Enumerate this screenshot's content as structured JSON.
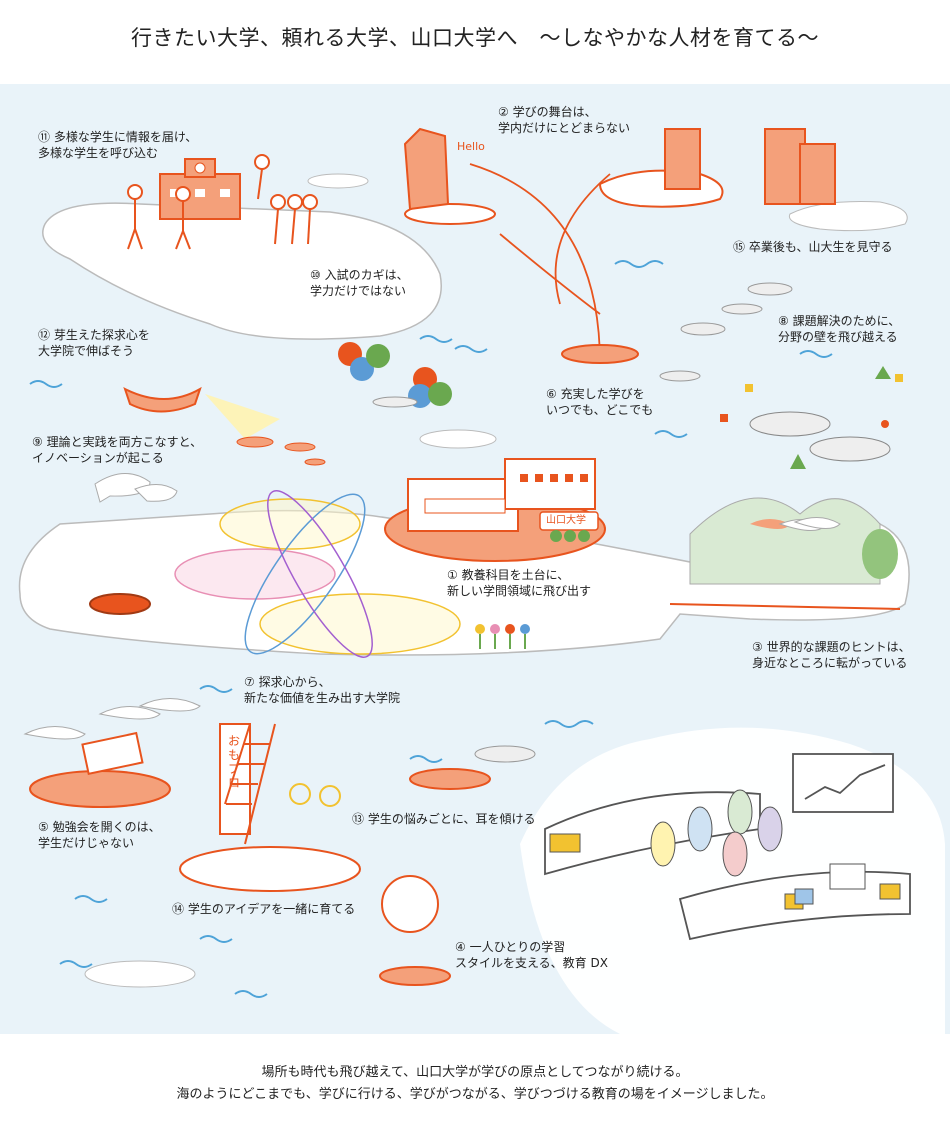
{
  "title": "行きたい大学、頼れる大学、山口大学へ　〜しなやかな人材を育てる〜",
  "captions": {
    "c11": "⑪ 多様な学生に情報を届け、\n多様な学生を呼び込む",
    "c2": "② 学びの舞台は、\n学内だけにとどまらない",
    "c15": "⑮ 卒業後も、山大生を見守る",
    "c10": "⑩ 入試のカギは、\n学力だけではない",
    "c12": "⑫ 芽生えた探求心を\n大学院で伸ばそう",
    "c8": "⑧ 課題解決のために、\n分野の壁を飛び越える",
    "c6": "⑥ 充実した学びを\nいつでも、どこでも",
    "c9": "⑨ 理論と実践を両方こなすと、\nイノベーションが起こる",
    "c1": "① 教養科目を土台に、\n新しい学問領域に飛び出す",
    "c3": "③ 世界的な課題のヒントは、\n身近なところに転がっている",
    "c7": "⑦ 探求心から、\n新たな価値を生み出す大学院",
    "c5": "⑤ 勉強会を開くのは、\n学生だけじゃない",
    "c13": "⑬ 学生の悩みごとに、耳を傾ける",
    "c14": "⑭ 学生のアイデアを一緒に育てる",
    "c4": "④ 一人ひとりの学習\nスタイルを支える、教育 DX"
  },
  "signs": {
    "hello": "Hello",
    "university": "山口大学",
    "banner": "おもプロ"
  },
  "footer": {
    "line1": "場所も時代も飛び越えて、山口大学が学びの原点としてつながり続ける。",
    "line2": "海のようにどこまでも、学びに行ける、学びがつながる、学びつづける教育の場をイメージしました。"
  },
  "colors": {
    "sea": "#e9f3f9",
    "accent": "#e8541e",
    "island": "#ffffff",
    "orange_fill": "#f4a07a"
  }
}
